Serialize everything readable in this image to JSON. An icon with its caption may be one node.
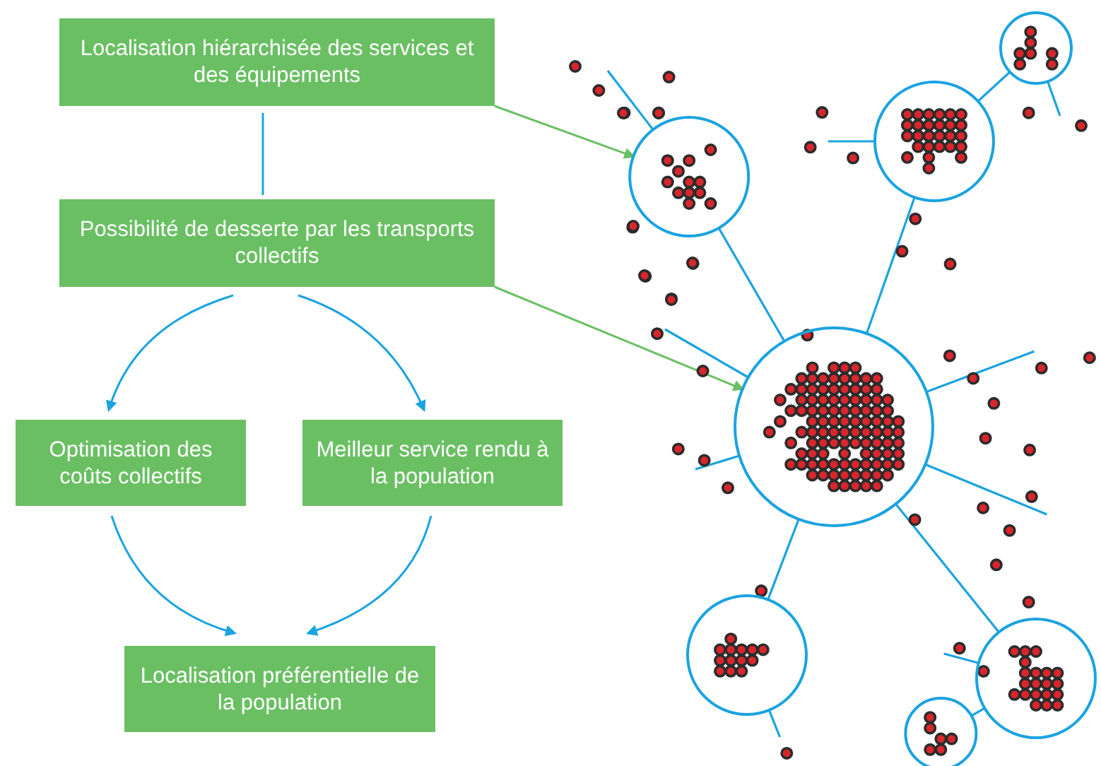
{
  "diagram": {
    "nodes": [
      {
        "text": [
          "Localisation hiérarchisée des services et des équipements"
        ]
      },
      {
        "text": [
          "Possibilité de desserte par les transports collectifs"
        ]
      },
      {
        "text": [
          "Optimisation des coûts collectifs"
        ]
      },
      {
        "text": [
          "Meilleur service rendu à la population"
        ]
      },
      {
        "text": [
          "Localisation préférentielle de la population"
        ]
      },
      {
        "text": [],
        "shape": "circle"
      },
      {
        "text": [],
        "shape": "circle"
      },
      {
        "text": [],
        "shape": "circle"
      },
      {
        "text": [],
        "shape": "circle"
      },
      {
        "text": [],
        "shape": "circle"
      },
      {
        "text": [],
        "shape": "circle"
      },
      {
        "text": [],
        "shape": "circle"
      }
    ],
    "edges": [
      {
        "from": 0,
        "to": 1,
        "arrow": "none"
      },
      {
        "from": 1,
        "to": 2,
        "arrow": "to"
      },
      {
        "from": 1,
        "to": 3,
        "arrow": "to"
      },
      {
        "from": 2,
        "to": 4,
        "arrow": "to"
      },
      {
        "from": 3,
        "to": 4,
        "arrow": "to"
      },
      {
        "from": 0,
        "to": 5,
        "arrow": "to",
        "color": "#6abf63"
      },
      {
        "from": 1,
        "to": 8,
        "arrow": "to",
        "color": "#6abf63"
      },
      {
        "from": 5,
        "to": 8,
        "arrow": "none"
      },
      {
        "from": 6,
        "to": 8,
        "arrow": "none"
      },
      {
        "from": 6,
        "to": 7,
        "arrow": "none"
      },
      {
        "from": 8,
        "to": 9,
        "arrow": "none"
      },
      {
        "from": 8,
        "to": 10,
        "arrow": "none"
      },
      {
        "from": 10,
        "to": 11,
        "arrow": "none"
      },
      {
        "from": 5,
        "to": null,
        "arrow": "none"
      },
      {
        "from": 6,
        "to": null,
        "arrow": "none"
      },
      {
        "from": 7,
        "to": null,
        "arrow": "none"
      },
      {
        "from": 8,
        "to": null,
        "arrow": "none"
      },
      {
        "from": 8,
        "to": null,
        "arrow": "none"
      },
      {
        "from": 8,
        "to": null,
        "arrow": "none"
      },
      {
        "from": 8,
        "to": null,
        "arrow": "none"
      },
      {
        "from": 9,
        "to": null,
        "arrow": "none"
      },
      {
        "from": 10,
        "to": null,
        "arrow": "none"
      }
    ]
  }
}
